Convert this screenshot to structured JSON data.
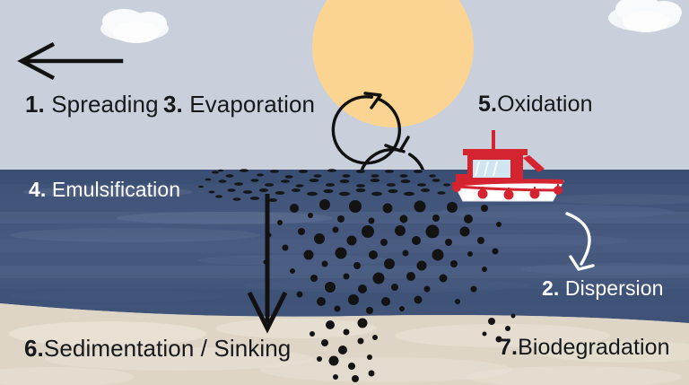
{
  "illustration": {
    "title": "Oil spill weathering processes diagram",
    "type": "infographic-illustration"
  },
  "palette": {
    "sky": "#c9d0db",
    "sun": "#fcd492",
    "cloud": "#fbfcfd",
    "water_top": "#3e5377",
    "water_mid": "#47597e",
    "water_band_light": "#5a6d90",
    "water_deep": "#41537a",
    "sand": "#ded5c6",
    "sand_light": "#e9e2d6",
    "oil": "#1a1a1a",
    "boat_hull": "#ffffff",
    "boat_red": "#d42430",
    "boat_window": "#cfe6f2",
    "arrow_dark": "#111111",
    "arrow_light": "#ffffff",
    "text_dark": "#16181b",
    "text_light": "#ffffff"
  },
  "labels": {
    "spreading": {
      "number": "1.",
      "word": " Spreading"
    },
    "evaporation": {
      "number": "3.",
      "word": " Evaporation"
    },
    "oxidation": {
      "number": "5.",
      "word": "Oxidation"
    },
    "emulsification": {
      "number": "4.",
      "word": " Emulsification"
    },
    "dispersion": {
      "number": "2.",
      "word": " Dispersion"
    },
    "sedimentation": {
      "number": "6.",
      "word": "Sedimentation / Sinking"
    },
    "biodegradation": {
      "number": "7.",
      "word": "Biodegradation"
    }
  },
  "icons": {
    "sun": "sun-icon",
    "cloud_left": "cloud-icon",
    "cloud_right": "cloud-icon",
    "arrow_spreading": "left-arrow-icon",
    "arrow_evaporation": "circular-cycle-arrow-icon",
    "arrow_dispersion": "curved-down-arrow-icon",
    "arrow_sedimentation": "down-arrow-icon",
    "boat": "fishing-boat-icon",
    "oil_slick": "oil-droplets-icon"
  }
}
